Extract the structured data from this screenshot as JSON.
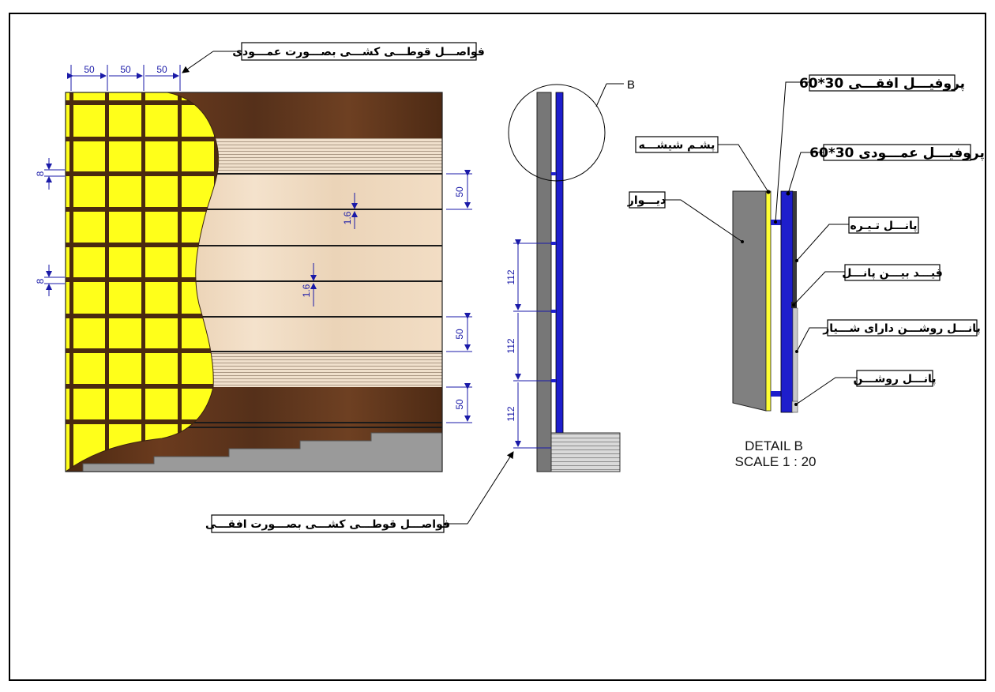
{
  "labels": {
    "vertical_gaps": "فواصـــل قوطـــی کشـــی بصـــورت عمـــودی",
    "horizontal_gaps": "فواصـــل قوطـــی کشـــی بصـــورت افقـــی",
    "callout_b": "B",
    "horizontal_profile": "پروفیـــل افقـــی 30*60",
    "glass_wool": "پشـم شیشـــه",
    "vertical_profile": "پروفیـــل عمـــودی 30*60",
    "wall": "دیـــوار",
    "dark_panel": "پانـــل تـیـره",
    "panel_joint": "قیـــد بیـــن پانـــل",
    "grooved_light_panel": "پانـــل روشـــن دارای شـــیار",
    "light_panel": "پانـــل روشـــن"
  },
  "dimensions": {
    "col_50_a": "50",
    "col_50_b": "50",
    "col_50_c": "50",
    "gap_8_a": "8",
    "gap_8_b": "8",
    "panel_50_a": "50",
    "panel_50_b": "50",
    "panel_50_c": "50",
    "groove_16_a": "1.6",
    "groove_16_b": "1.6",
    "spacing_112_a": "112",
    "spacing_112_b": "112",
    "spacing_112_c": "112"
  },
  "detail": {
    "title": "DETAIL B",
    "scale": "SCALE 1 : 20"
  },
  "colors": {
    "wool": "#ffff1a",
    "wood_dark": "#5a3218",
    "wood_light": "#efd9bf",
    "profile_blue": "#1e1ecc",
    "wall_gray": "#808080",
    "dim_blue": "#1a1aa8"
  }
}
